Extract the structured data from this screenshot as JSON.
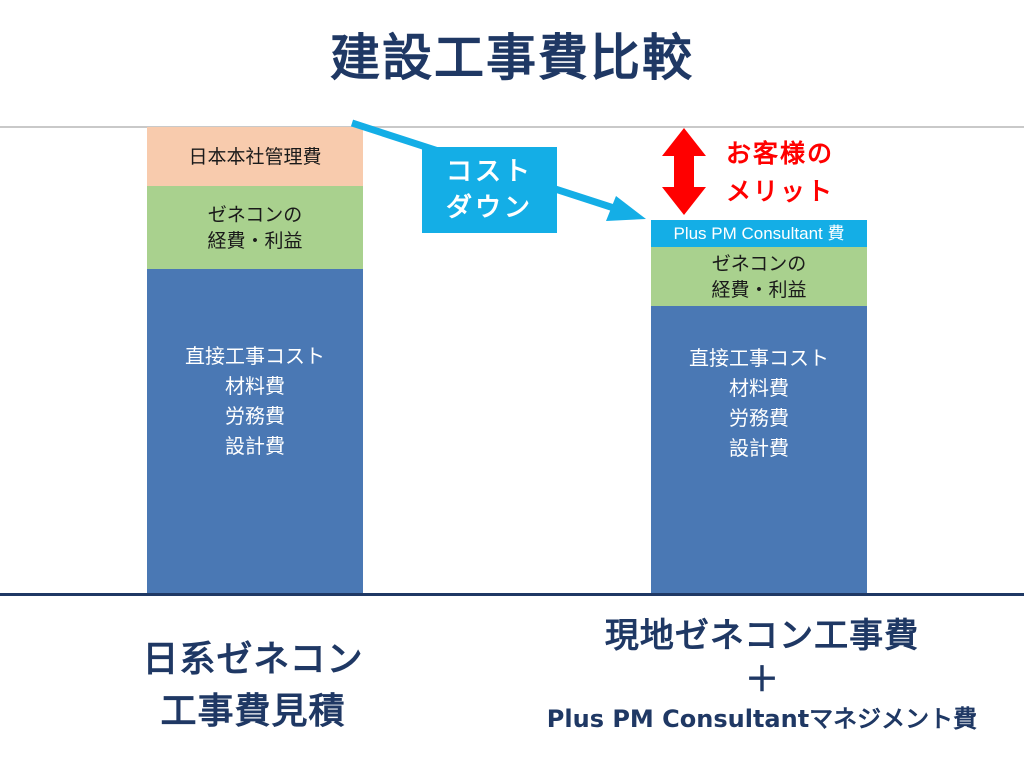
{
  "title": "建設工事費比較",
  "left_bar": {
    "hq_cost": "日本本社管理費",
    "gc_line1": "ゼネコンの",
    "gc_line2": "経費・利益",
    "direct_lines": [
      "直接工事コスト",
      "材料費",
      "労務費",
      "設計費"
    ]
  },
  "right_bar": {
    "pm_fee": "Plus PM Consultant 費",
    "gc_line1": "ゼネコンの",
    "gc_line2": "経費・利益",
    "direct_lines": [
      "直接工事コスト",
      "材料費",
      "労務費",
      "設計費"
    ]
  },
  "cost_down": {
    "line1": "コスト",
    "line2": "ダウン"
  },
  "merit": {
    "line1": "お客様の",
    "line2": "メリット"
  },
  "label_left": {
    "line1": "日系ゼネコン",
    "line2": "工事費見積"
  },
  "label_right": {
    "line1": "現地ゼネコン工事費",
    "line2": "＋",
    "line3": "Plus PM Consultantマネジメント費"
  },
  "colors": {
    "title": "#1f3864",
    "direct_cost": "#4a78b4",
    "gc_overhead": "#a9d18e",
    "hq_cost": "#f8cbad",
    "pm_fee": "#14aee6",
    "merit": "#ff0000"
  }
}
